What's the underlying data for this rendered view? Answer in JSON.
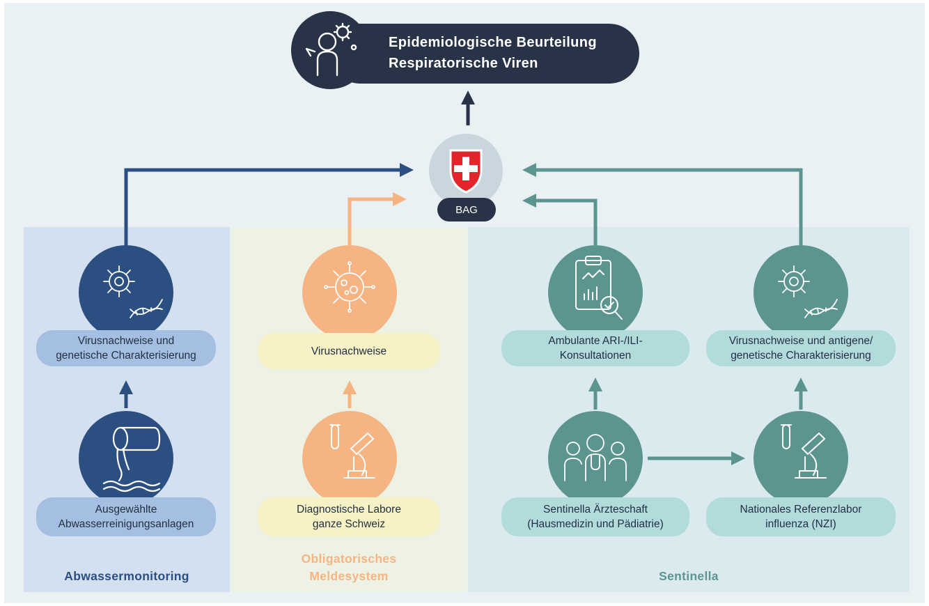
{
  "title": "Epidemiologische Beurteilung\nRespiratorische Viren",
  "hub": {
    "label": "BAG"
  },
  "panels": {
    "abwasser": "Abwassermonitoring",
    "obligatorisch": "Obligatorisches\nMeldesystem",
    "sentinella": "Sentinella"
  },
  "nodes": {
    "abw_top": "Virusnachweise und\ngenetische Charakterisierung",
    "abw_bottom": "Ausgewählte\nAbwasserreinigungsanlagen",
    "obl_top": "Virusnachweise",
    "obl_bottom": "Diagnostische Labore\nganze Schweiz",
    "sen_ari": "Ambulante ARI-/ILI-\nKonsultationen",
    "sen_virus": "Virusnachweise und antigene/\ngenetische Charakterisierung",
    "sen_aerzte": "Sentinella Ärzteschaft\n(Hausmedizin und Pädiatrie)",
    "sen_nzi": "Nationales Referenzlabor\ninfluenza (NZI)"
  },
  "icons": {
    "title": "person-coughing-virus-icon",
    "hub": "swiss-cross-icon",
    "abw_top": "virus-dna-icon",
    "abw_bottom": "wastewater-pipe-icon",
    "obl_top": "virus-icon",
    "obl_bottom": "microscope-test-tube-icon",
    "sen_ari": "clipboard-chart-icon",
    "sen_virus": "virus-dna-icon",
    "sen_aerzte": "doctors-group-icon",
    "sen_nzi": "microscope-test-tube-icon"
  },
  "colors": {
    "navy": "#283348",
    "dark_blue": "#2c4f82",
    "light_blue": "#a5bfe3",
    "orange": "#f7b483",
    "light_yellow": "#f6f2c6",
    "teal": "#5c9590",
    "light_teal": "#b2dcdc",
    "swiss_red": "#e3252b"
  }
}
